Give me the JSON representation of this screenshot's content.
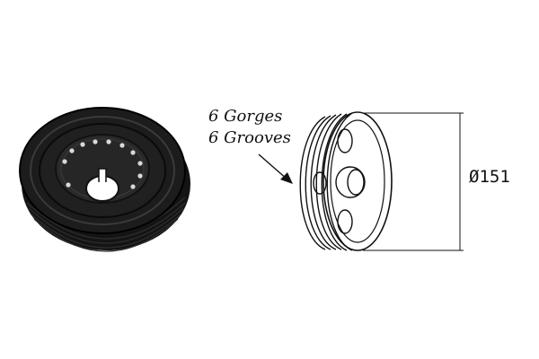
{
  "annotations": {
    "groove_label_fr": "6 Gorges",
    "groove_label_en": "6 Grooves",
    "diameter_label": "Ø151"
  },
  "colors": {
    "rubber": "#1c1c1c",
    "ring_highlight": "#3a3a3a",
    "hub_metal": "#2a2a2a",
    "line_art": "#111111"
  }
}
